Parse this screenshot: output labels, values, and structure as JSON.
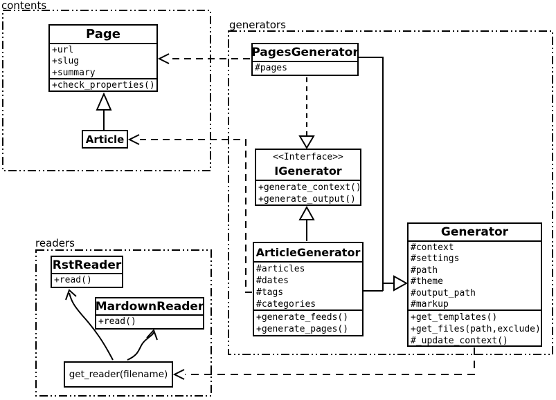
{
  "packages": {
    "contents": {
      "label": "contents"
    },
    "generators": {
      "label": "generators"
    },
    "readers": {
      "label": "readers"
    }
  },
  "classes": {
    "page": {
      "name": "Page",
      "attributes": [
        "+url",
        "+slug",
        "+summary"
      ],
      "methods": [
        "+check_properties()"
      ]
    },
    "article": {
      "name": "Article"
    },
    "pages_generator": {
      "name": "PagesGenerator",
      "attributes": [
        "#pages"
      ]
    },
    "igenerator": {
      "stereotype": "<<Interface>>",
      "name": "IGenerator",
      "methods": [
        "+generate_context()",
        "+generate_output()"
      ]
    },
    "article_generator": {
      "name": "ArticleGenerator",
      "attributes": [
        "#articles",
        "#dates",
        "#tags",
        "#categories"
      ],
      "methods": [
        "+generate_feeds()",
        "+generate_pages()"
      ]
    },
    "generator": {
      "name": "Generator",
      "attributes": [
        "#context",
        "#settings",
        "#path",
        "#theme",
        "#output_path",
        "#markup"
      ],
      "methods": [
        "+get_templates()",
        "+get_files(path,exclude)",
        "#_update_context()"
      ]
    },
    "rst_reader": {
      "name": "RstReader",
      "methods": [
        "+read()"
      ]
    },
    "mardown_reader": {
      "name": "MardownReader",
      "methods": [
        "+read()"
      ]
    },
    "get_reader": {
      "name": "get_reader(filename)"
    }
  },
  "relationships": [
    {
      "from": "Article",
      "to": "Page",
      "type": "generalization"
    },
    {
      "from": "PagesGenerator",
      "to": "IGenerator",
      "type": "realization"
    },
    {
      "from": "ArticleGenerator",
      "to": "IGenerator",
      "type": "generalization"
    },
    {
      "from": "PagesGenerator",
      "to": "Generator",
      "type": "generalization"
    },
    {
      "from": "ArticleGenerator",
      "to": "Generator",
      "type": "generalization"
    },
    {
      "from": "PagesGenerator",
      "to": "Page",
      "type": "dependency"
    },
    {
      "from": "ArticleGenerator",
      "to": "Article",
      "type": "dependency"
    },
    {
      "from": "Generator",
      "to": "get_reader(filename)",
      "type": "dependency"
    },
    {
      "from": "get_reader(filename)",
      "to": "RstReader",
      "type": "dependency"
    },
    {
      "from": "get_reader(filename)",
      "to": "MardownReader",
      "type": "dependency"
    }
  ],
  "colors": {
    "line": "#000000",
    "background": "#ffffff",
    "box_fill": "#ffffff"
  }
}
